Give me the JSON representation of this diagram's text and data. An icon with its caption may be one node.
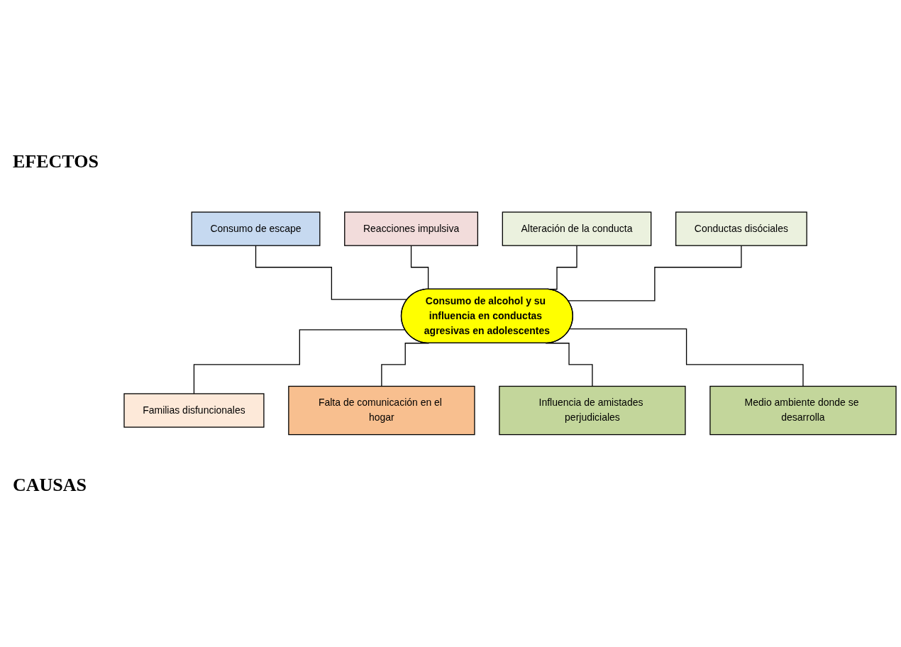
{
  "diagram": {
    "nodes": [
      {
        "text": [
          "Consumo de escape"
        ]
      },
      {
        "text": [
          "Reacciones impulsiva"
        ]
      },
      {
        "text": [
          "Alteración de la conducta"
        ]
      },
      {
        "text": [
          "Conductas disóciales"
        ]
      },
      {
        "text": [
          "Consumo de alcohol y su influencia en conductas agresivas en adolescentes"
        ]
      },
      {
        "text": [
          "Familias disfuncionales"
        ]
      },
      {
        "text": [
          "Falta de comunicación en el hogar"
        ]
      },
      {
        "text": [
          "Influencia de amistades perjudiciales"
        ]
      },
      {
        "text": [
          "Medio ambiente donde se desarrolla"
        ]
      }
    ],
    "edges": [
      {
        "from": 0,
        "to": 4,
        "arrow": "none"
      },
      {
        "from": 1,
        "to": 4,
        "arrow": "none"
      },
      {
        "from": 2,
        "to": 4,
        "arrow": "none"
      },
      {
        "from": 3,
        "to": 4,
        "arrow": "none"
      },
      {
        "from": 4,
        "to": 5,
        "arrow": "none"
      },
      {
        "from": 4,
        "to": 6,
        "arrow": "none"
      },
      {
        "from": 4,
        "to": 7,
        "arrow": "none"
      },
      {
        "from": 4,
        "to": 8,
        "arrow": "none"
      }
    ],
    "labels": [
      "EFECTOS",
      "CAUSAS"
    ]
  }
}
